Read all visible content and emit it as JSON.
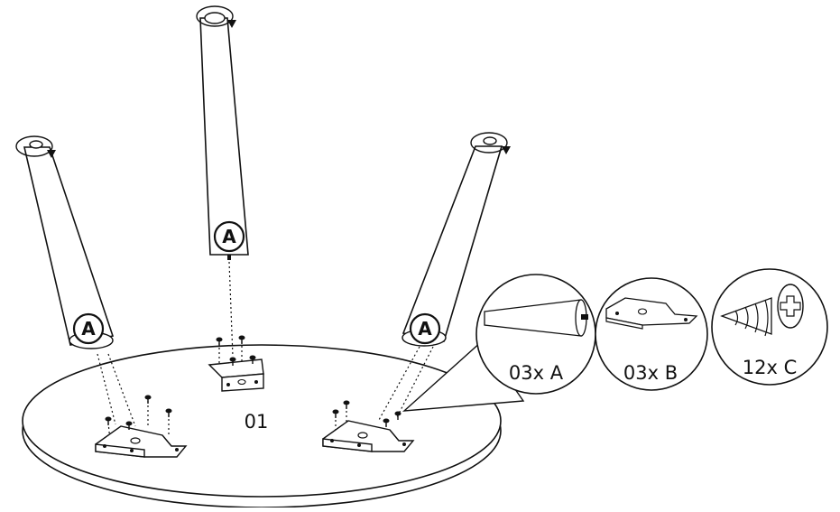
{
  "step": {
    "number": "01"
  },
  "legs": [
    {
      "label": "A"
    },
    {
      "label": "A"
    },
    {
      "label": "A"
    }
  ],
  "parts": [
    {
      "text": "03x A",
      "part": "tapered-leg"
    },
    {
      "text": "03x B",
      "part": "mounting-bracket"
    },
    {
      "text": "12x C",
      "part": "phillips-screw"
    }
  ],
  "colors": {
    "line": "#111111",
    "background": "#ffffff"
  }
}
